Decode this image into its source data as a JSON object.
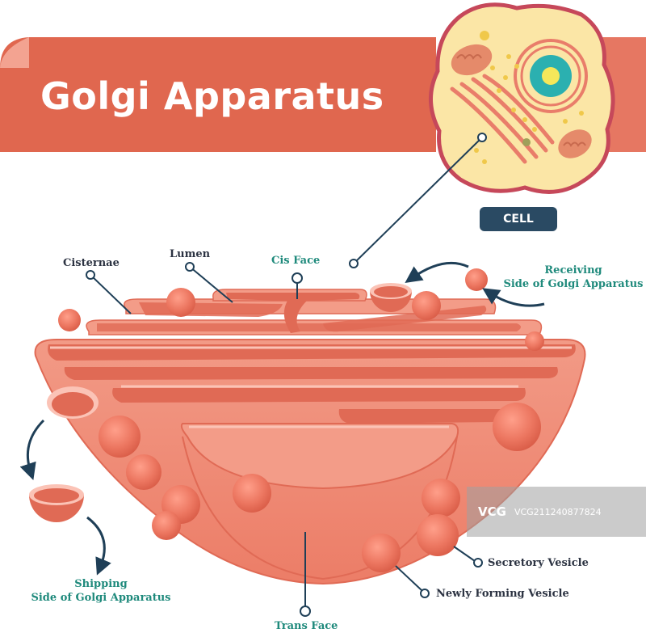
{
  "title": "Golgi Apparatus",
  "cell_label": "CELL",
  "labels": {
    "cisternae": "Cisternae",
    "lumen": "Lumen",
    "cis_face": "Cis Face",
    "receiving_line1": "Receiving",
    "receiving_line2": "Side of Golgi Apparatus",
    "shipping_line1": "Shipping",
    "shipping_line2": "Side of Golgi Apparatus",
    "trans_face": "Trans Face",
    "secretory_vesicle": "Secretory Vesicle",
    "newly_forming_vesicle": "Newly Forming Vesicle"
  },
  "watermark": {
    "logo": "VCG",
    "id": "VCG211240877824"
  },
  "colors": {
    "banner": "#e0674f",
    "golgi_fill": "#f08a76",
    "golgi_dark": "#d9604c",
    "lumen_inner": "#e06a55",
    "cell_fill": "#fbe6a6",
    "nucleus": "#2bb0b0",
    "label_dark": "#2c3342",
    "label_teal": "#1f8a7c",
    "pointer": "#1f3f57"
  }
}
